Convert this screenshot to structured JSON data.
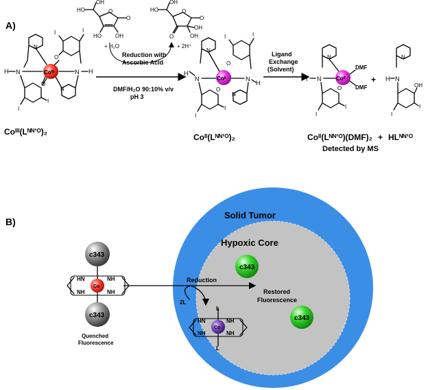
{
  "panel_a": {
    "label": "A)",
    "ascorbic": {
      "ho_top": "HO",
      "oh_top": "OH",
      "o_ring": "O",
      "o_carbonyl": "O",
      "ho_bottom": "HO",
      "oh_bottom": "OH",
      "water": "+ H₂O"
    },
    "dehydro": {
      "ho_top": "HO",
      "oh_top": "OH",
      "o_ring": "O",
      "o_carbonyl": "O",
      "o_left": "O",
      "oh_right": "OH",
      "protons": "+ 2H⁺"
    },
    "reduction_label_1": "Reduction with",
    "reduction_label_2": "Ascorbic Acid",
    "solvent_label": "DMF/H₂O 90:10% v/v",
    "ph_label": "pH 3",
    "ligand_label_1": "Ligand",
    "ligand_label_2": "Exchange",
    "ligand_label_3": "(Solvent)",
    "atom_h": "H",
    "atom_n": "N",
    "atom_o": "O",
    "atom_i": "I",
    "atom_oh": "OH",
    "atom_dmf": "DMF",
    "metal_co3": "Coᴵᴵᴵ",
    "metal_co2": "Coᴵᴵ",
    "complex1_name": "Coᴵᴵᴵ(Lᴺᴺ’ᴼ)₂",
    "complex2_name": "Coᴵᴵ(Lᴺᴺ’ᴼ)₂",
    "complex3_name": "Coᴵᴵ(Lᴺᴺ’ᴼ)(DMF)₂",
    "detected": "Detected by MS",
    "plus": "+",
    "ligand_name": "HLᴺᴺ’ᴼ"
  },
  "panel_b": {
    "label": "B)",
    "solid_tumor": "Solid Tumor",
    "hypoxic_core": "Hypoxic Core",
    "reduction": "Reduction",
    "two_l": "2L",
    "restored_1": "Restored",
    "restored_2": "Fluorescence",
    "quenched_1": "Quenched",
    "quenched_2": "Fluorescence",
    "c343": "c343",
    "nh": "NH",
    "hn": "HN",
    "l": "L",
    "co_metal": "Co"
  },
  "colors": {
    "co3_sphere": "#e8221c",
    "co2_sphere": "#e020d8",
    "co_b_sphere": "#7a3fa8",
    "fluor_green": "#29c41f",
    "quench_gray": "#6e6e6e",
    "tumor_blue": "#3b8ee6",
    "core_gray": "#c3c3c3"
  }
}
